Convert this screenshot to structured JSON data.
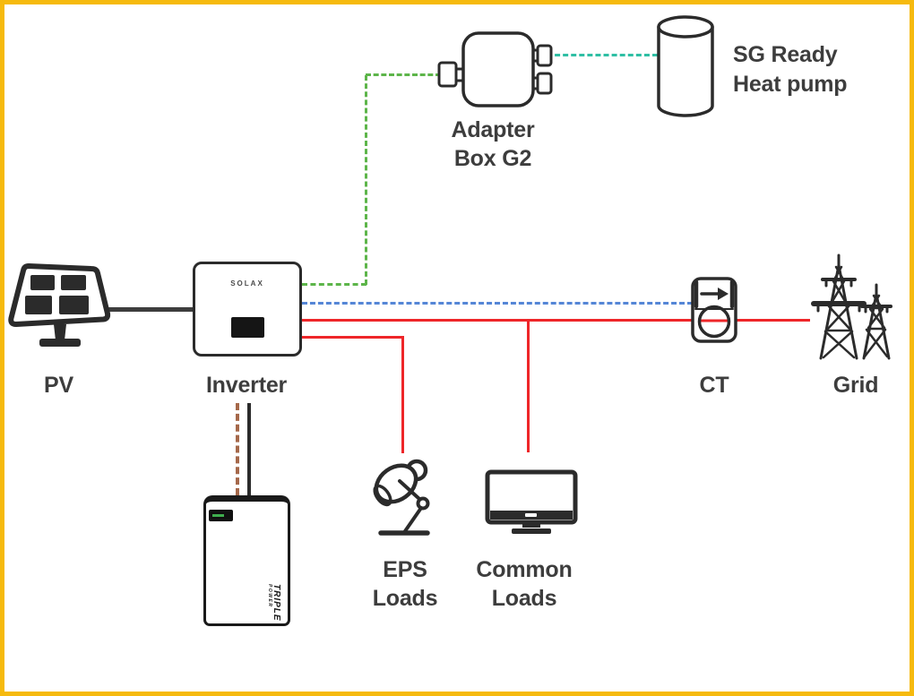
{
  "colors": {
    "page_border": "#f6ba0e",
    "ink": "#2b2b2b",
    "label": "#3d3d3d",
    "wire_dark": "#3d3d3d",
    "wire_green": "#5db54a",
    "wire_teal": "#2fbfa4",
    "wire_blue": "#5586d6",
    "wire_red": "#ee2629",
    "wire_brown": "#a5684a",
    "battery_led": "#3fae4e"
  },
  "nodes": {
    "pv": {
      "label": "PV"
    },
    "inverter": {
      "label": "Inverter",
      "brand": "SOLAX"
    },
    "adapter_box": {
      "label_line1": "Adapter",
      "label_line2": "Box G2"
    },
    "heat_pump": {
      "label_line1": "SG Ready",
      "label_line2": "Heat pump"
    },
    "ct": {
      "label": "CT"
    },
    "grid": {
      "label": "Grid"
    },
    "eps_loads": {
      "label_line1": "EPS",
      "label_line2": "Loads"
    },
    "common_loads": {
      "label_line1": "Common",
      "label_line2": "Loads"
    },
    "battery": {
      "brand_line1": "TRIPLE",
      "brand_line2": "POWER"
    }
  },
  "connections": [
    {
      "from": "pv",
      "to": "inverter",
      "style": "solid",
      "color_key": "wire_dark"
    },
    {
      "from": "inverter",
      "to": "adapter_box",
      "style": "dashed",
      "color_key": "wire_green"
    },
    {
      "from": "adapter_box",
      "to": "heat_pump",
      "style": "dashed",
      "color_key": "wire_teal"
    },
    {
      "from": "inverter",
      "to": "ct",
      "style": "dashed",
      "color_key": "wire_blue"
    },
    {
      "from": "inverter",
      "to": "grid",
      "style": "solid",
      "color_key": "wire_red"
    },
    {
      "from": "inverter",
      "to": "eps_loads",
      "style": "solid",
      "color_key": "wire_red"
    },
    {
      "from": "inverter",
      "to": "common_loads",
      "style": "solid",
      "color_key": "wire_red"
    },
    {
      "from": "inverter",
      "to": "battery",
      "style": "dashed-and-solid",
      "color_key": "wire_brown"
    }
  ]
}
